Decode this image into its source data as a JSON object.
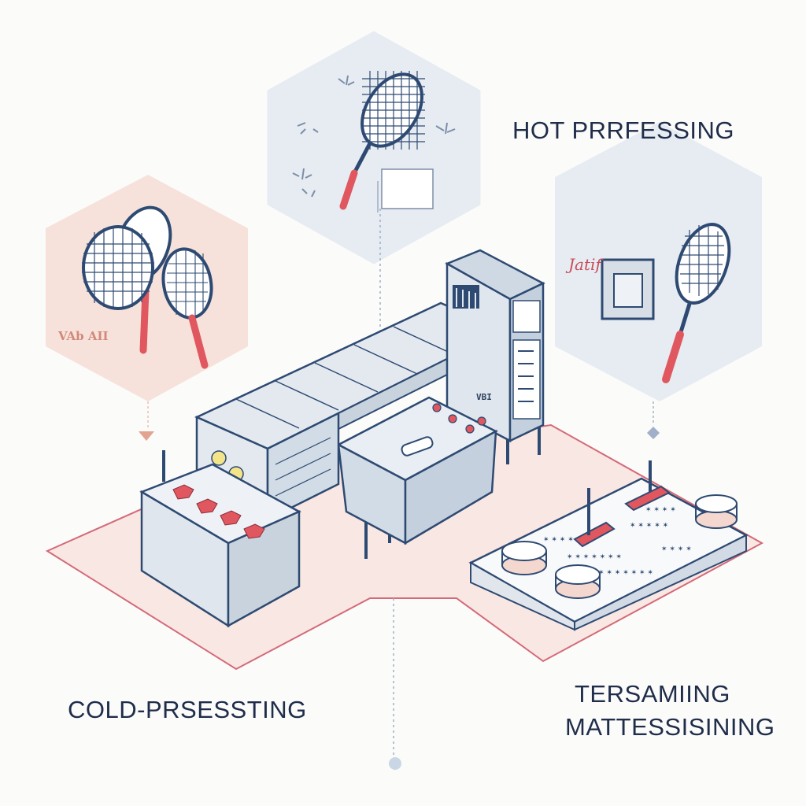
{
  "labels": {
    "hot_pressing": "HOT PRRFESSING",
    "cold_pressing": "COLD-PRSESSTING",
    "tersaming_line1": "TERSAMIING",
    "tersaming_line2": "MATTESSISINING"
  },
  "small_text": {
    "cold_panel_caption": "VAb AII",
    "warm_panel_script": "Jatif",
    "machine_plate": "VBI"
  },
  "icons": [
    "tennis-racket-icon",
    "sparkle-icon",
    "arrow-down-icon"
  ],
  "colors": {
    "outline": "#2e4a72",
    "panel_blue": "#e4ebf1",
    "panel_peach": "#f6e2da",
    "floor": "#f7e6e2",
    "floor_border": "#d46a78",
    "racket_grip": "#e0575f",
    "machine_body": "#dfe6ed",
    "text": "#1f2d4a"
  }
}
